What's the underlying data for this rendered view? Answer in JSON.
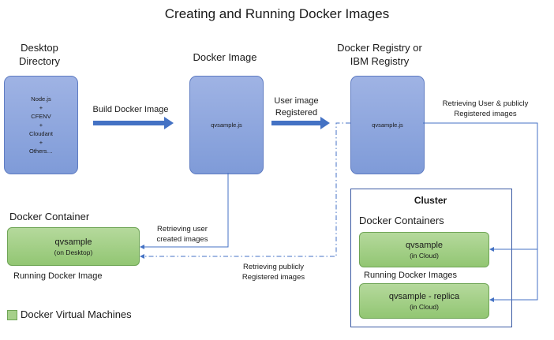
{
  "title": "Creating and Running Docker Images",
  "desktop": {
    "heading_line1": "Desktop",
    "heading_line2": "Directory",
    "items": [
      "Node.js",
      "+",
      "CFENV",
      "+",
      "Cloudant",
      "+",
      "Others…"
    ]
  },
  "docker_image": {
    "heading": "Docker Image",
    "file": "qvsample.js"
  },
  "registry": {
    "heading_line1": "Docker Registry or",
    "heading_line2": "IBM Registry",
    "file": "qvsample.js"
  },
  "arrows": {
    "build_label": "Build Docker Image",
    "registered_line1": "User image",
    "registered_line2": "Registered",
    "retrieving_user_line1": "Retrieving User & publicly",
    "retrieving_user_line2": "Registered images",
    "retrieving_created_line1": "Retrieving user",
    "retrieving_created_line2": "created images",
    "retrieving_public_line1": "Retrieving publicly",
    "retrieving_public_line2": "Registered images"
  },
  "container": {
    "heading": "Docker Container",
    "name": "qvsample",
    "location": "(on Desktop)",
    "caption": "Running Docker Image"
  },
  "cluster": {
    "heading": "Cluster",
    "containers_heading": "Docker Containers",
    "c1_name": "qvsample",
    "c1_location": "(in Cloud)",
    "running_caption": "Running Docker Images",
    "c2_name": "qvsample - replica",
    "c2_location": "(in Cloud)"
  },
  "legend": {
    "label": "Docker Virtual Machines"
  },
  "colors": {
    "blue_box": "#8aa4dc",
    "green_box": "#a6d08a",
    "arrow": "#4472c4"
  }
}
